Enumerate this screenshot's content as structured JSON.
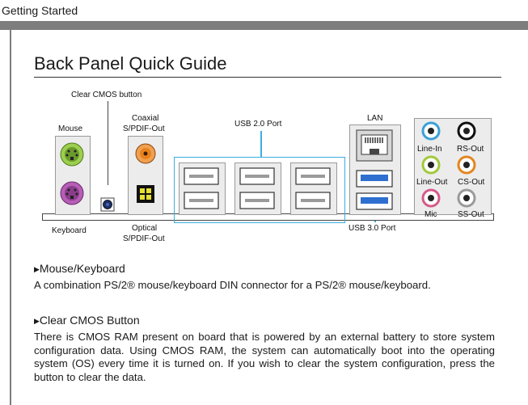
{
  "header": {
    "title": "Getting Started"
  },
  "page_title": "Back Panel Quick Guide",
  "labels": {
    "clear_cmos": "Clear CMOS button",
    "mouse": "Mouse",
    "keyboard": "Keyboard",
    "coaxial_line1": "Coaxial",
    "coaxial_line2": "S/PDIF-Out",
    "optical_line1": "Optical",
    "optical_line2": "S/PDIF-Out",
    "usb20": "USB 2.0 Port",
    "usb30": "USB 3.0 Port",
    "lan": "LAN",
    "line_in": "Line-In",
    "rs_out": "RS-Out",
    "line_out": "Line-Out",
    "cs_out": "CS-Out",
    "mic": "Mic",
    "ss_out": "SS-Out"
  },
  "colors": {
    "header_bar": "#7d7d7d",
    "usb_highlight": "#3aaee0",
    "ps2_mouse": "#9ccf4e",
    "ps2_keyboard": "#b65fb7",
    "coaxial": "#e8821e",
    "optical": "#e6e033",
    "usb3": "#2e6fd0",
    "jack_line_in": "#3aa0d8",
    "jack_rs_out": "#111111",
    "jack_line_out": "#a2c93a",
    "jack_cs_out": "#e3861f",
    "jack_mic": "#d65a8a",
    "jack_ss_out": "#9a9a9a"
  },
  "sections": [
    {
      "heading": "Mouse/Keyboard",
      "text": "A combination PS/2® mouse/keyboard DIN connector for a PS/2® mouse/keyboard."
    },
    {
      "heading": "Clear CMOS Button",
      "text": "There is CMOS RAM present on board that is powered by an external battery to store system configuration data. Using CMOS RAM, the system can automatically boot into the operating system (OS) every time it is turned on. If you wish to clear the system configuration, press the button to clear the data."
    }
  ]
}
